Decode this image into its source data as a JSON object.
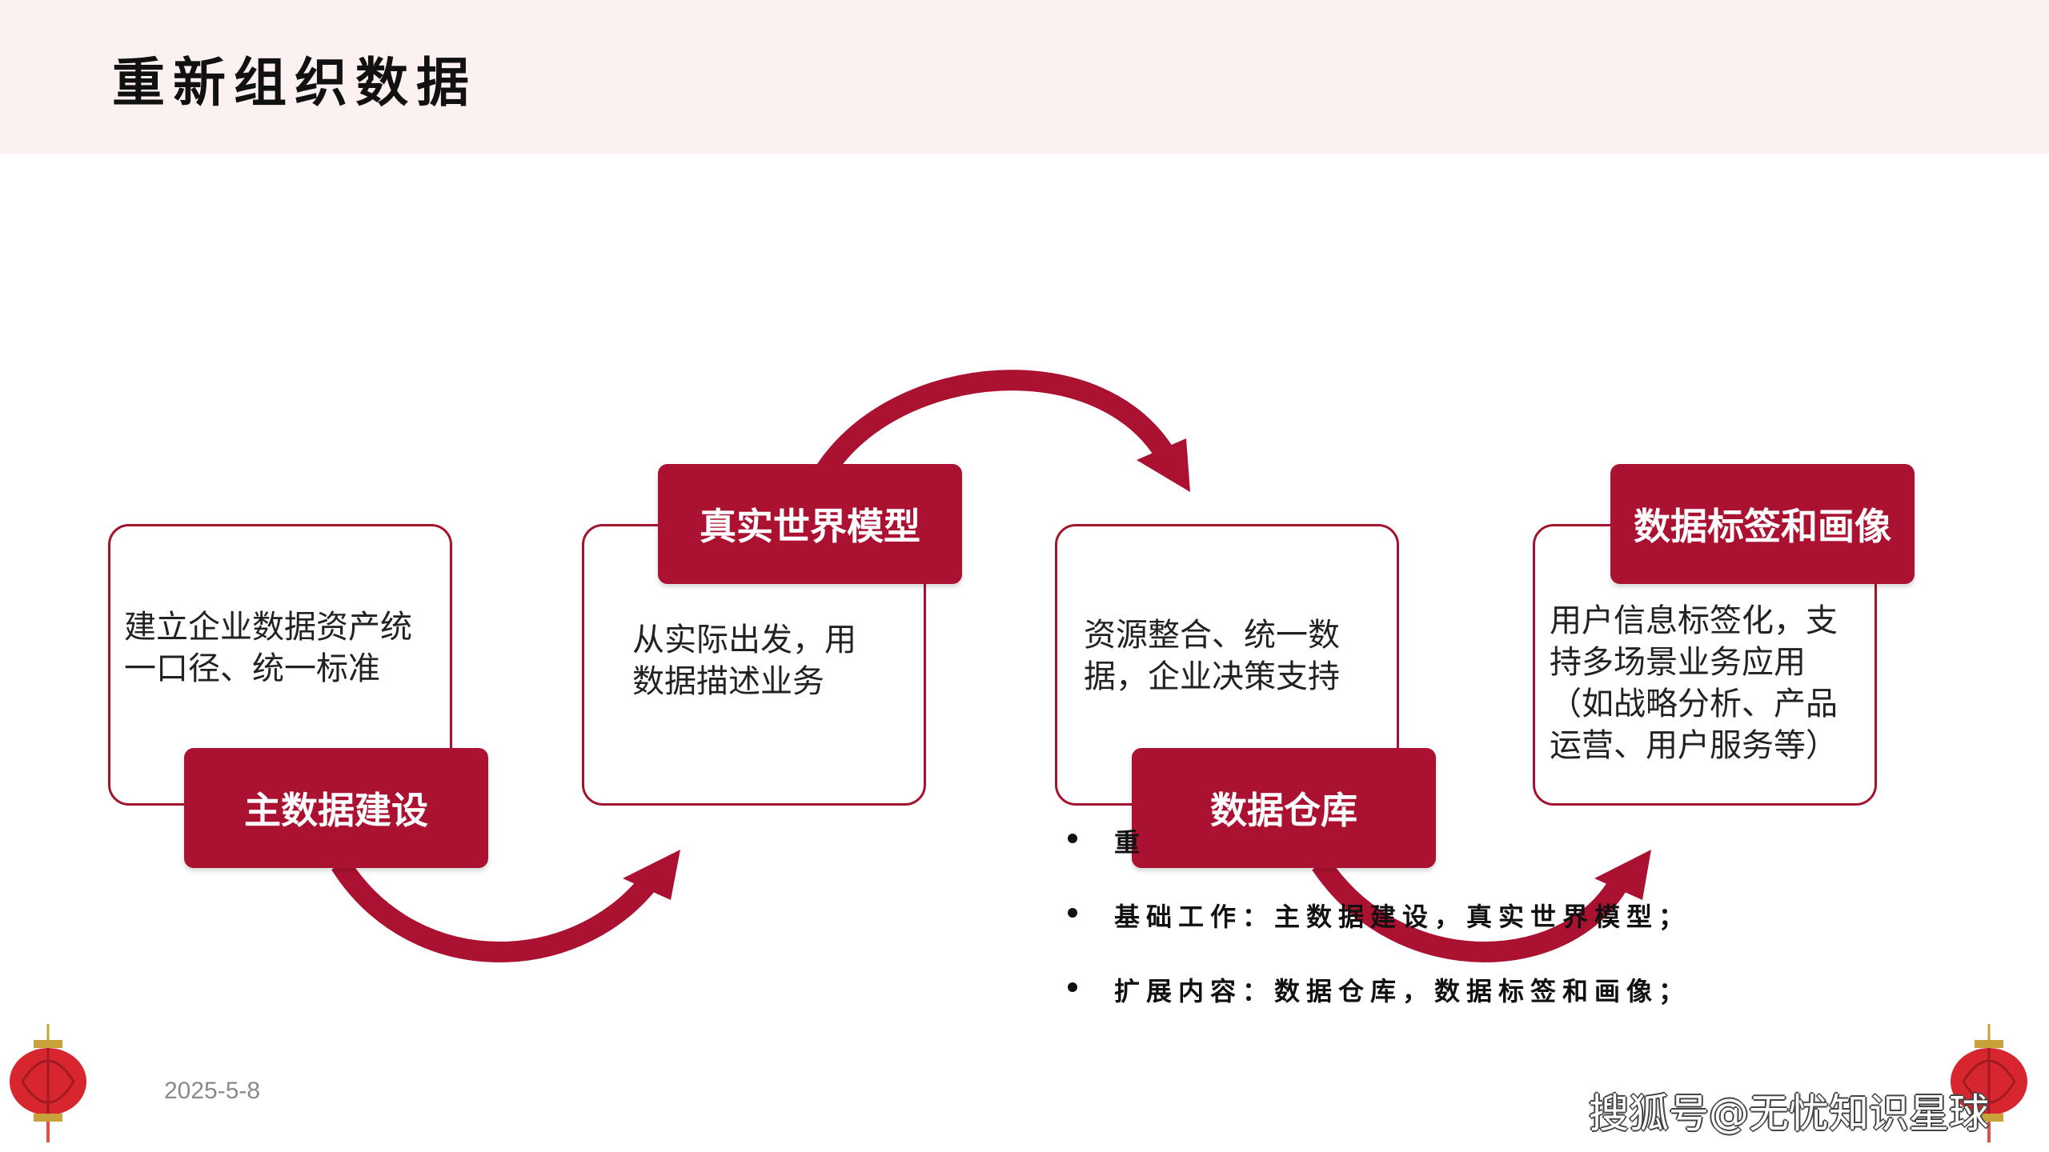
{
  "slide": {
    "title": "重新组织数据",
    "date": "2025-5-8",
    "watermark": "搜狐号@无忧知识星球"
  },
  "colors": {
    "accent": "#ab1231",
    "header_band": "#fcf1f1"
  },
  "flow": [
    {
      "label": "主数据建设",
      "description": "建立企业数据资产统\n一口径、统一标准"
    },
    {
      "label": "真实世界模型",
      "description": "从实际出发，用\n数据描述业务"
    },
    {
      "label": "数据仓库",
      "description": "资源整合、统一数\n据，企业决策支持"
    },
    {
      "label": "数据标签和画像",
      "description": "用户信息标签化，支\n持多场景业务应用\n（如战略分析、产品\n运营、用户服务等）"
    }
  ],
  "bullets": [
    "重",
    "基础工作：主数据建设，真实世界模型；",
    "扩展内容：数据仓库，数据标签和画像；"
  ],
  "icons": [
    "red-lantern-icon",
    "arrow-icon",
    "bullet-dot-icon"
  ]
}
